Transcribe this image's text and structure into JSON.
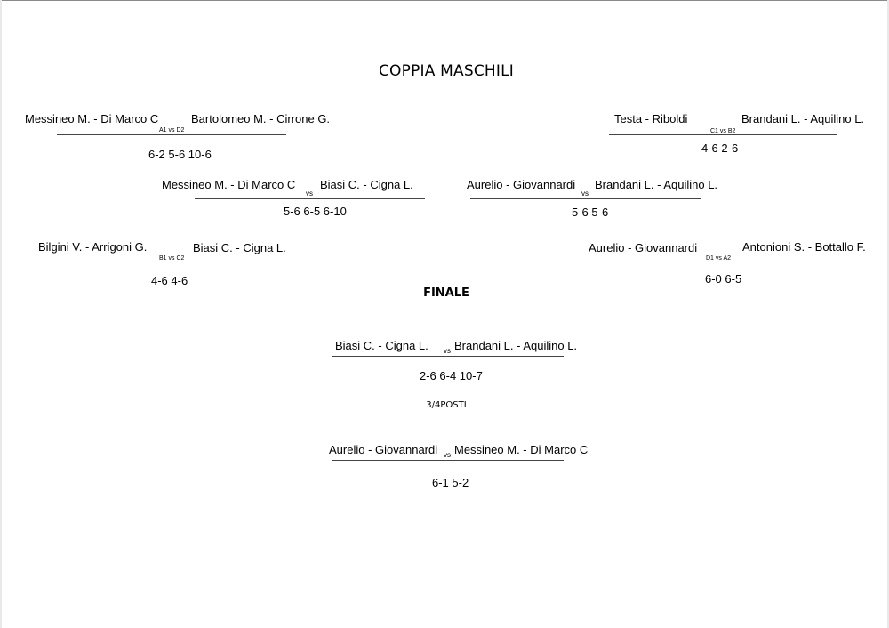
{
  "title": "COPPIA MASCHILI",
  "finale_heading": "FINALE",
  "third_place_heading": "3/4POSTI",
  "matches": {
    "r1_left_top": {
      "team1": "Messineo M. - Di Marco C",
      "label": "A1 vs D2",
      "team2": "Bartolomeo M. - Cirrone G.",
      "score": "6-2 5-6 10-6"
    },
    "r1_right_top": {
      "team1": "Testa - Riboldi",
      "label": "C1 vs B2",
      "team2": "Brandani L. - Aquilino L.",
      "score": "4-6 2-6"
    },
    "semi_left": {
      "team1": "Messineo M. - Di Marco C",
      "label": "vs",
      "team2": "Biasi C. - Cigna L.",
      "score": "5-6 6-5 6-10"
    },
    "semi_right": {
      "team1": "Aurelio - Giovannardi",
      "label": "vs",
      "team2": "Brandani L. - Aquilino L.",
      "score": "5-6 5-6"
    },
    "r1_left_bottom": {
      "team1": "Bilgini V. - Arrigoni G.",
      "label": "B1 vs C2",
      "team2": "Biasi C. - Cigna L.",
      "score": "4-6 4-6"
    },
    "r1_right_bottom": {
      "team1": "Aurelio - Giovannardi",
      "label": "D1 vs A2",
      "team2": "Antonioni S. - Bottallo F.",
      "score": "6-0 6-5"
    },
    "final": {
      "team1": "Biasi C. - Cigna L.",
      "label": "vs",
      "team2": "Brandani L. - Aquilino L.",
      "score": "2-6 6-4 10-7"
    },
    "third_place": {
      "team1": "Aurelio - Giovannardi",
      "label": "vs",
      "team2": "Messineo M. - Di Marco C",
      "score": "6-1 5-2"
    }
  }
}
